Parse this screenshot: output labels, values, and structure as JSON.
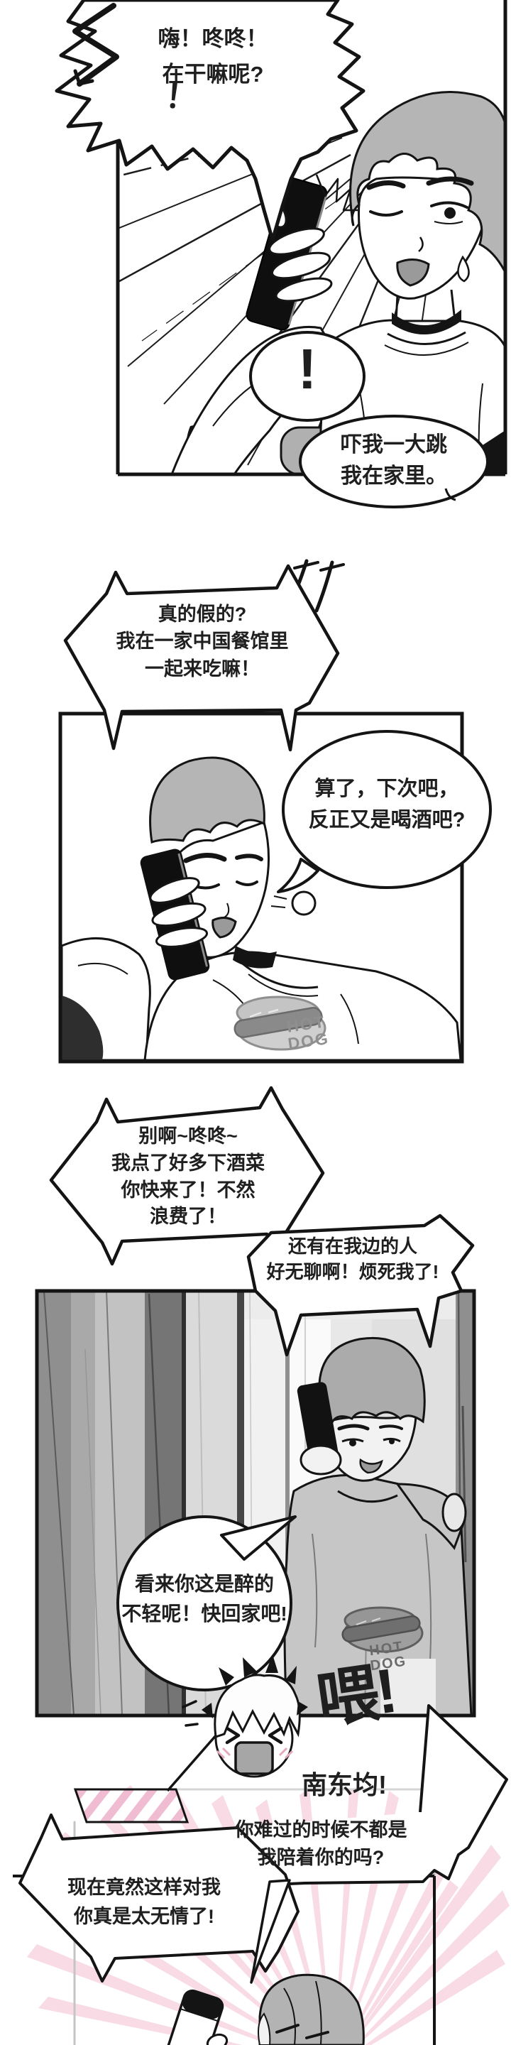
{
  "comic": {
    "bubbles": {
      "shout": "嗨！咚咚！\n在干嘛呢?",
      "mark": "！",
      "exclaim": "!",
      "startled": "吓我一大跳\n我在家里。",
      "really": "真的假的?\n我在一家中国餐馆里\n一起来吃嘛！",
      "next_time": "算了，下次吧，\n反正又是喝酒吧?",
      "dont_waste": "别啊~咚咚~\n我点了好多下酒菜\n你快来了！不然\n浪费了！",
      "annoyed": "还有在我边的人\n好无聊啊！烦死我了!",
      "drunk": "看来你这是醉的\n不轻呢！快回家吧!",
      "hey": "喂!",
      "name": "南东均!",
      "sad": "你难过的时候不都是\n我陪着你的吗?",
      "heartless": "现在竟然这样对我\n你真是太无情了!"
    },
    "shirt_print": {
      "panel2": "HOT\nDOG",
      "panel3": "HOT\nDOG"
    },
    "colors": {
      "ink": "#141414",
      "hair_gray": "#b5b5b5",
      "tone_gray": "#9a9a9a",
      "pink_ray": "#f6cfdd",
      "pink_stripe": "#f0bcd1"
    }
  }
}
